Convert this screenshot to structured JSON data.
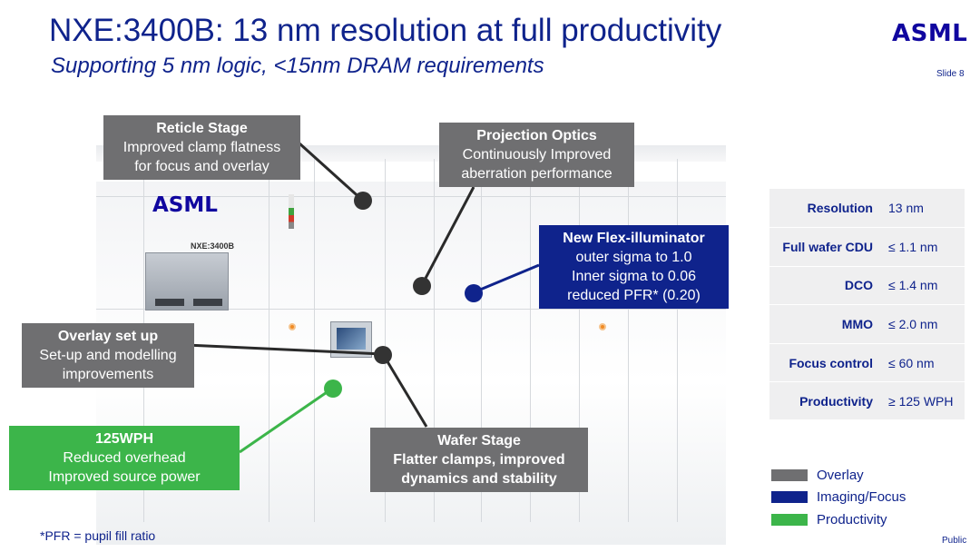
{
  "header": {
    "title": "NXE:3400B: 13 nm resolution at full productivity",
    "subtitle": "Supporting  5 nm logic, <15nm DRAM requirements",
    "logo_text": "ASML",
    "slide_label": "Slide 8"
  },
  "machine": {
    "logo_text": "ASML",
    "model_label": "NXE:3400B"
  },
  "callouts": {
    "reticle": {
      "heading": "Reticle Stage",
      "line1": "Improved clamp flatness",
      "line2": "for focus and overlay"
    },
    "projection": {
      "heading": "Projection Optics",
      "line1": "Continuously Improved",
      "line2": "aberration performance"
    },
    "flex": {
      "heading": "New Flex-illuminator",
      "line1": "outer sigma to 1.0",
      "line2": "Inner sigma to 0.06",
      "line3": "reduced PFR* (0.20)"
    },
    "overlay": {
      "heading": "Overlay set up",
      "line1": "Set-up and modelling",
      "line2": "improvements"
    },
    "wph": {
      "heading": "125WPH",
      "line1": "Reduced overhead",
      "line2": "Improved source power"
    },
    "wafer": {
      "heading": "Wafer Stage",
      "line1": "Flatter clamps, improved",
      "line2": "dynamics and stability"
    }
  },
  "specs": [
    {
      "label": "Resolution",
      "value": "13 nm"
    },
    {
      "label": "Full wafer CDU",
      "value": "≤ 1.1 nm"
    },
    {
      "label": "DCO",
      "value": "≤ 1.4 nm"
    },
    {
      "label": "MMO",
      "value": "≤ 2.0 nm"
    },
    {
      "label": "Focus control",
      "value": "≤ 60 nm"
    },
    {
      "label": "Productivity",
      "value": "≥ 125 WPH"
    }
  ],
  "legend": [
    {
      "label": "Overlay",
      "color": "#6f6f71"
    },
    {
      "label": "Imaging/Focus",
      "color": "#0f238c"
    },
    {
      "label": "Productivity",
      "color": "#3cb54a"
    }
  ],
  "footnote": "*PFR = pupil fill ratio",
  "classification": "Public",
  "colors": {
    "brand_blue": "#0f238c",
    "overlay_gray": "#6f6f71",
    "productivity_green": "#3cb54a"
  }
}
